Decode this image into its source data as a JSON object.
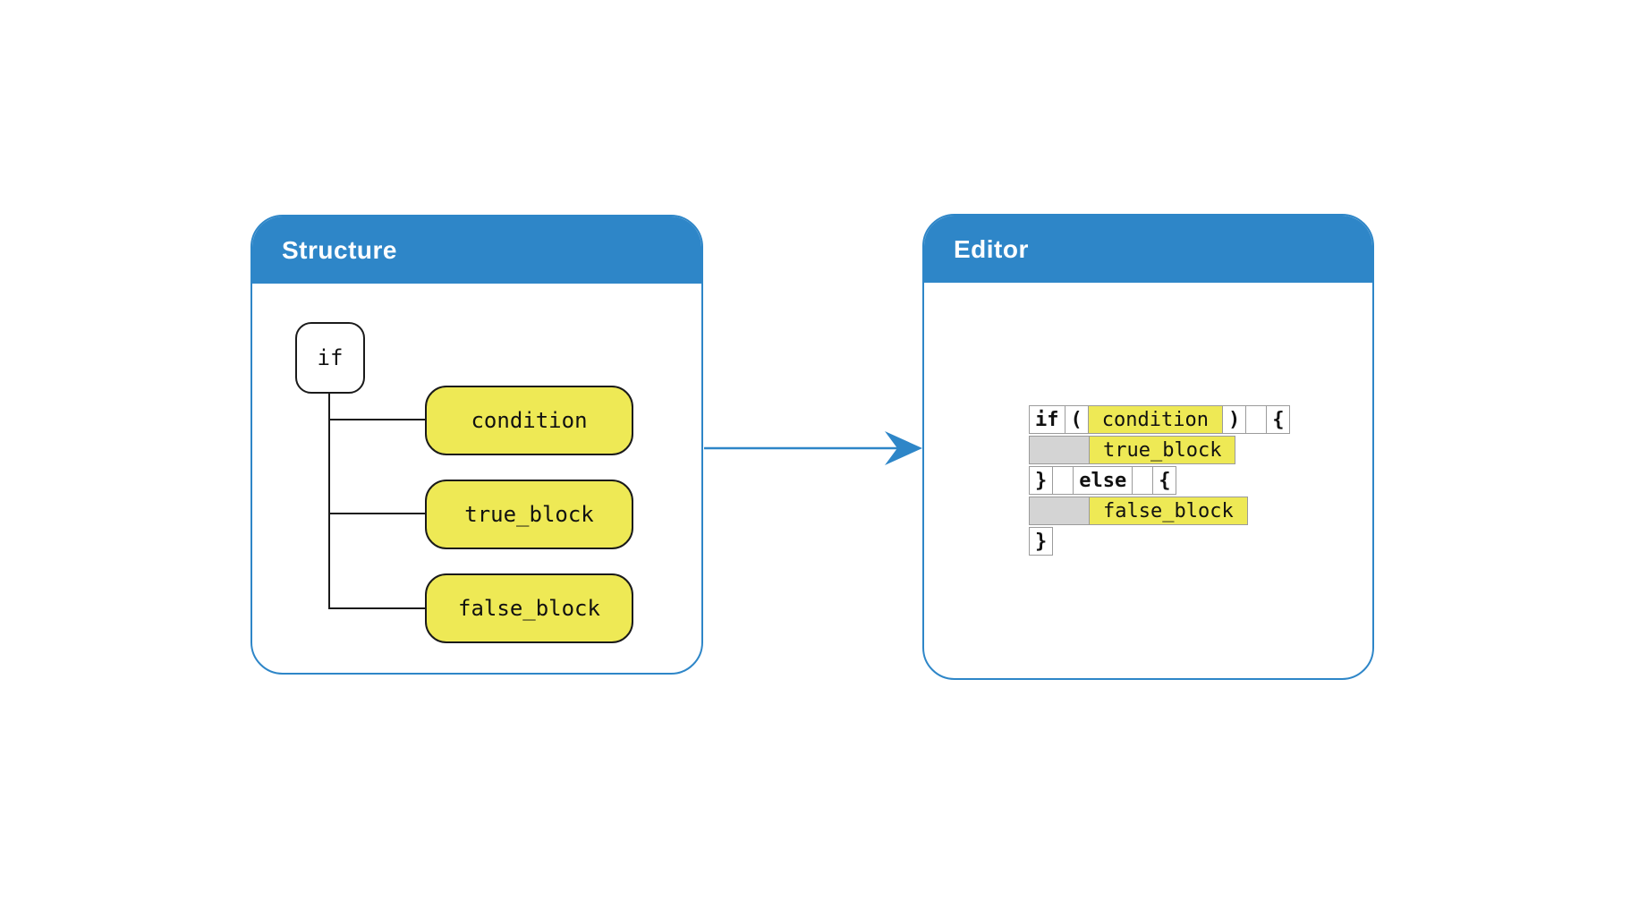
{
  "structure_panel": {
    "title": "Structure",
    "root_label": "if",
    "children": [
      {
        "label": "condition"
      },
      {
        "label": "true_block"
      },
      {
        "label": "false_block"
      }
    ]
  },
  "editor_panel": {
    "title": "Editor",
    "rows": [
      {
        "cells": [
          {
            "text": "if"
          },
          {
            "text": "("
          },
          {
            "text": "condition"
          },
          {
            "text": ")"
          },
          {
            "text": ""
          },
          {
            "text": "{"
          }
        ]
      },
      {
        "cells": [
          {
            "text": ""
          },
          {
            "text": "true_block"
          }
        ]
      },
      {
        "cells": [
          {
            "text": "}"
          },
          {
            "text": ""
          },
          {
            "text": "else"
          },
          {
            "text": ""
          },
          {
            "text": "{"
          }
        ]
      },
      {
        "cells": [
          {
            "text": ""
          },
          {
            "text": "false_block"
          }
        ]
      },
      {
        "cells": [
          {
            "text": "}"
          }
        ]
      }
    ]
  },
  "colors": {
    "accent_blue": "#2e86c8",
    "highlight_yellow": "#eee955",
    "indent_gray": "#d4d4d4",
    "cell_border": "#9b9b9b",
    "line_black": "#1a1a1a"
  }
}
